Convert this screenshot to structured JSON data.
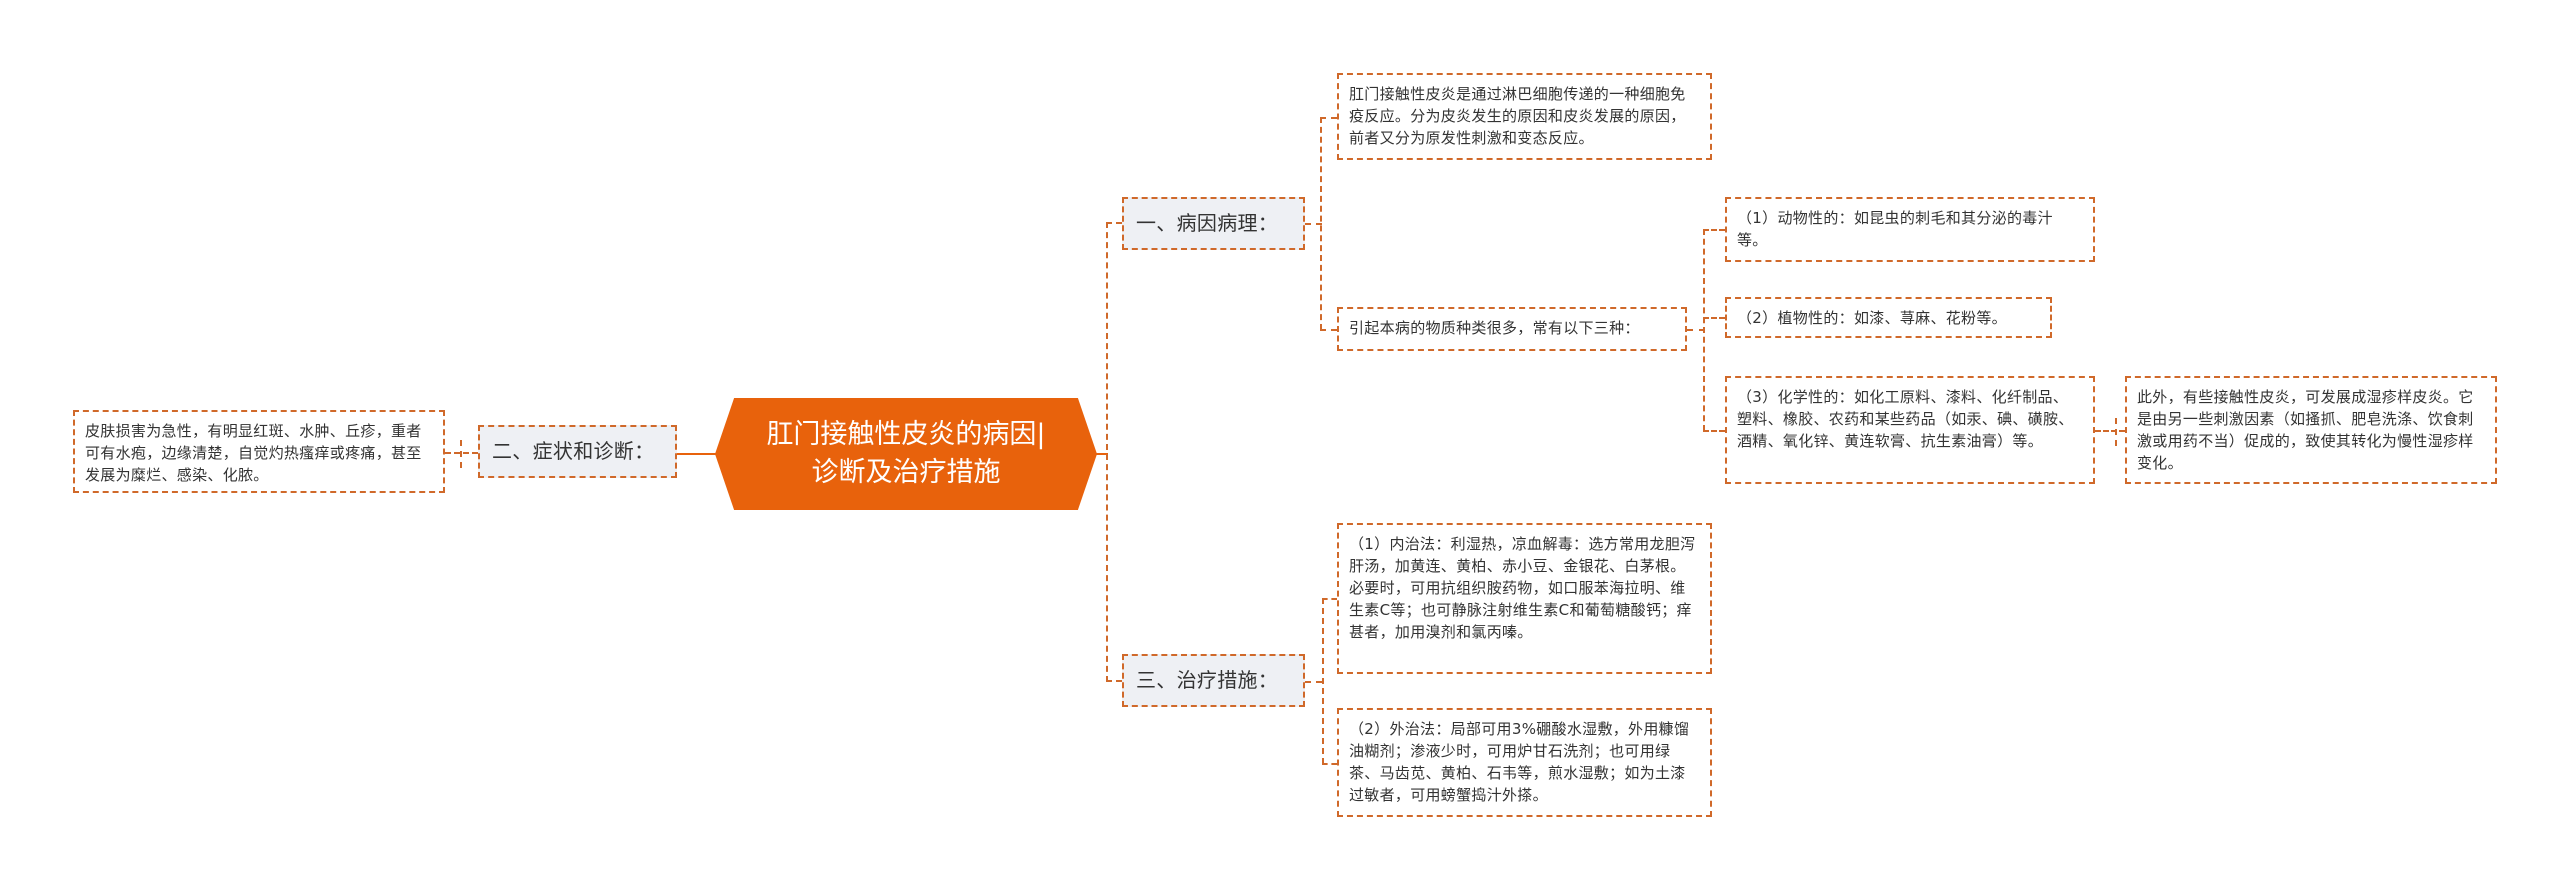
{
  "mindmap": {
    "root": {
      "label": "肛门接触性皮炎的病因|诊断及治疗措施",
      "color": "#e8620c"
    },
    "left": [
      {
        "label": "二、症状和诊断：",
        "children": [
          {
            "text": "皮肤损害为急性，有明显红斑、水肿、丘疹，重者可有水疱，边缘清楚，自觉灼热瘙痒或疼痛，甚至发展为糜烂、感染、化脓。"
          }
        ]
      }
    ],
    "right": [
      {
        "label": "一、病因病理：",
        "children": [
          {
            "text": "肛门接触性皮炎是通过淋巴细胞传递的一种细胞免疫反应。分为皮炎发生的原因和皮炎发展的原因，前者又分为原发性刺激和变态反应。"
          },
          {
            "text": "引起本病的物质种类很多，常有以下三种：",
            "children": [
              {
                "text": "（1）动物性的：如昆虫的刺毛和其分泌的毒汁等。"
              },
              {
                "text": "（2）植物性的：如漆、荨麻、花粉等。"
              },
              {
                "text": "（3）化学性的：如化工原料、漆料、化纤制品、塑料、橡胶、农药和某些药品（如汞、碘、磺胺、酒精、氧化锌、黄连软膏、抗生素油膏）等。",
                "children": [
                  {
                    "text": "此外，有些接触性皮炎，可发展成湿疹样皮炎。它是由另一些刺激因素（如搔抓、肥皂洗涤、饮食刺激或用药不当）促成的，致使其转化为慢性湿疹样变化。"
                  }
                ]
              }
            ]
          }
        ]
      },
      {
        "label": "三、治疗措施：",
        "children": [
          {
            "text": "（1）内治法：利湿热，凉血解毒：选方常用龙胆泻肝汤，加黄连、黄柏、赤小豆、金银花、白茅根。必要时，可用抗组织胺药物，如口服苯海拉明、维生素C等；也可静脉注射维生素C和葡萄糖酸钙；痒甚者，加用溴剂和氯丙嗪。"
          },
          {
            "text": "（2）外治法：局部可用3%硼酸水湿敷，外用糠馏油糊剂；渗液少时，可用炉甘石洗剂；也可用绿茶、马齿苋、黄柏、石韦等，煎水湿敷；如为土漆过敏者，可用螃蟹捣汁外搽。"
          }
        ]
      }
    ],
    "colors": {
      "border": "#d0692a",
      "root_fill": "#e8620c",
      "l1_fill": "#eef0f4",
      "text": "#333333"
    }
  }
}
